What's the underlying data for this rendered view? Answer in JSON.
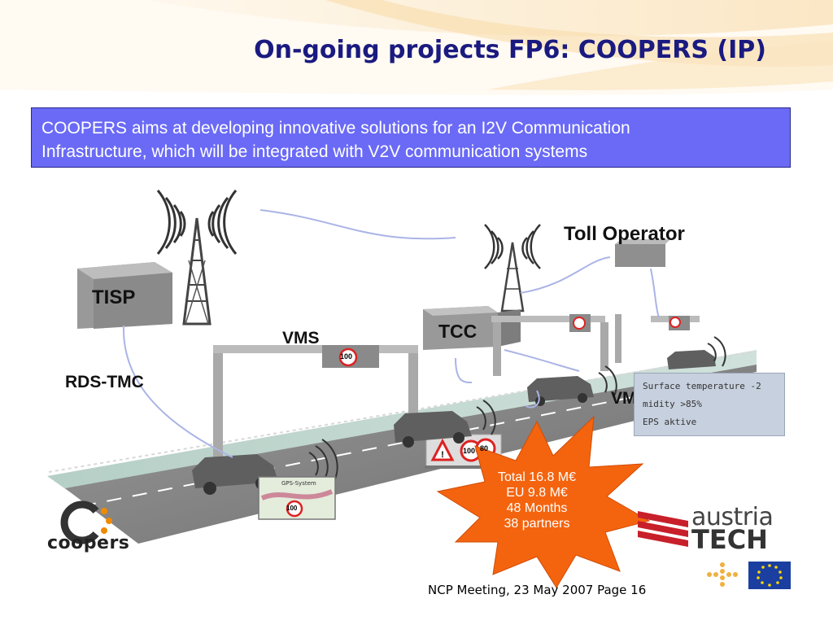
{
  "slide": {
    "title": "On-going projects FP6: COOPERS (IP)",
    "intro_lines": [
      "COOPERS aims at developing innovative solutions for an I2V Communication",
      "Infrastructure, which will be integrated with V2V communication systems"
    ],
    "footer": "NCP Meeting, 23 May 2007 Page 16"
  },
  "diagram": {
    "labels": {
      "tisp": "TISP",
      "tcc": "TCC",
      "toll_operator": "Toll Operator",
      "vms_left": "VMS",
      "vms_right": "VMS",
      "rds_tmc": "RDS-TMC",
      "gps": "GPS-System"
    },
    "speed_limit": "100",
    "sign_values": [
      "100",
      "80"
    ],
    "info_panel": [
      "Surface temperature -2",
      "midity >85%",
      "EPS aktive"
    ]
  },
  "starburst": {
    "lines": [
      "Total 16.8 M€",
      "EU 9.8 M€",
      "48 Months",
      "38 partners"
    ]
  },
  "logos": {
    "coopers": "coopers",
    "austria": "austria",
    "tech": "TECH"
  },
  "colors": {
    "title": "#1a1a80",
    "intro_bg": "#6a6af6",
    "starburst": "#f4640f",
    "austriatech_red": "#c8202a"
  }
}
